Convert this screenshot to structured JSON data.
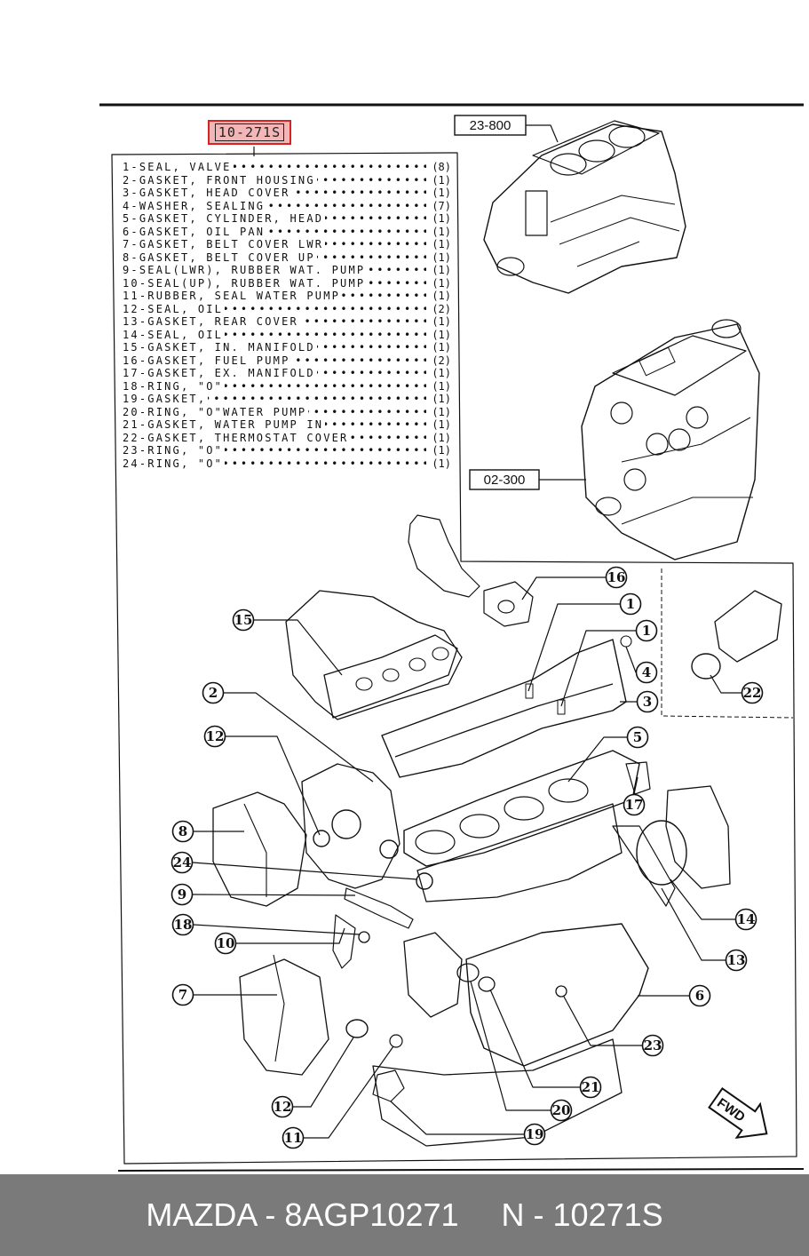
{
  "kit_code": "10-271S",
  "assembly_refs": {
    "short_block": "23-800",
    "engine_assy": "02-300"
  },
  "fwd_label": "FWD",
  "parts": [
    {
      "no": "1",
      "name": "SEAL, VALVE",
      "qty": "(8)"
    },
    {
      "no": "2",
      "name": "GASKET, FRONT HOUSING",
      "qty": "(1)"
    },
    {
      "no": "3",
      "name": "GASKET, HEAD COVER",
      "qty": "(1)"
    },
    {
      "no": "4",
      "name": "WASHER, SEALING",
      "qty": "(7)"
    },
    {
      "no": "5",
      "name": "GASKET, CYLINDER, HEAD",
      "qty": "(1)"
    },
    {
      "no": "6",
      "name": "GASKET, OIL PAN",
      "qty": "(1)"
    },
    {
      "no": "7",
      "name": "GASKET, BELT COVER LWR",
      "qty": "(1)"
    },
    {
      "no": "8",
      "name": "GASKET, BELT COVER UP",
      "qty": "(1)"
    },
    {
      "no": "9",
      "name": "SEAL(LWR), RUBBER WAT. PUMP",
      "qty": "(1)"
    },
    {
      "no": "10",
      "name": "SEAL(UP), RUBBER WAT. PUMP",
      "qty": "(1)"
    },
    {
      "no": "11",
      "name": "RUBBER, SEAL WATER PUMP",
      "qty": "(1)"
    },
    {
      "no": "12",
      "name": "SEAL, OIL",
      "qty": "(2)"
    },
    {
      "no": "13",
      "name": "GASKET, REAR COVER",
      "qty": "(1)"
    },
    {
      "no": "14",
      "name": "SEAL, OIL",
      "qty": "(1)"
    },
    {
      "no": "15",
      "name": "GASKET, IN. MANIFOLD",
      "qty": "(1)"
    },
    {
      "no": "16",
      "name": "GASKET, FUEL PUMP",
      "qty": "(2)"
    },
    {
      "no": "17",
      "name": "GASKET, EX. MANIFOLD",
      "qty": "(1)"
    },
    {
      "no": "18",
      "name": "RING, \"O\"",
      "qty": "(1)"
    },
    {
      "no": "19",
      "name": "GASKET,",
      "qty": "(1)"
    },
    {
      "no": "20",
      "name": "RING, \"O\"WATER PUMP",
      "qty": "(1)"
    },
    {
      "no": "21",
      "name": "GASKET, WATER PUMP IN",
      "qty": "(1)"
    },
    {
      "no": "22",
      "name": "GASKET, THERMOSTAT COVER",
      "qty": "(1)"
    },
    {
      "no": "23",
      "name": "RING, \"O\"",
      "qty": "(1)"
    },
    {
      "no": "24",
      "name": "RING, \"O\"",
      "qty": "(1)"
    }
  ],
  "footer": {
    "brand_part": "MAZDA - 8AGP10271",
    "kit_number": "N - 10271S"
  }
}
